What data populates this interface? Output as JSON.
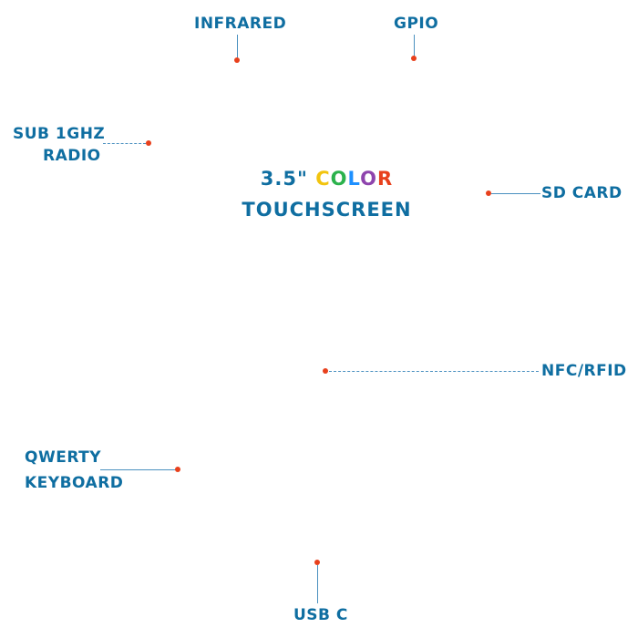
{
  "center": {
    "line1_prefix": "3.5\" ",
    "line1_color_word": "COLOR",
    "line2": "TOUCHSCREEN",
    "color_word_colors": [
      "#f2c40f",
      "#2bb24c",
      "#1e90ff",
      "#8e44ad",
      "#e8401c"
    ]
  },
  "callouts": {
    "infrared": "INFRARED",
    "gpio": "GPIO",
    "sub1ghz_line1": "SUB 1GHZ",
    "sub1ghz_line2": "RADIO",
    "sdcard": "SD CARD",
    "nfc": "NFC/RFID",
    "qwerty_line1": "QWERTY",
    "qwerty_line2": "KEYBOARD",
    "usbc": "USB C"
  },
  "colors": {
    "label": "#0f6ea1",
    "dot": "#e8401c",
    "leader": "#4a90bf"
  }
}
